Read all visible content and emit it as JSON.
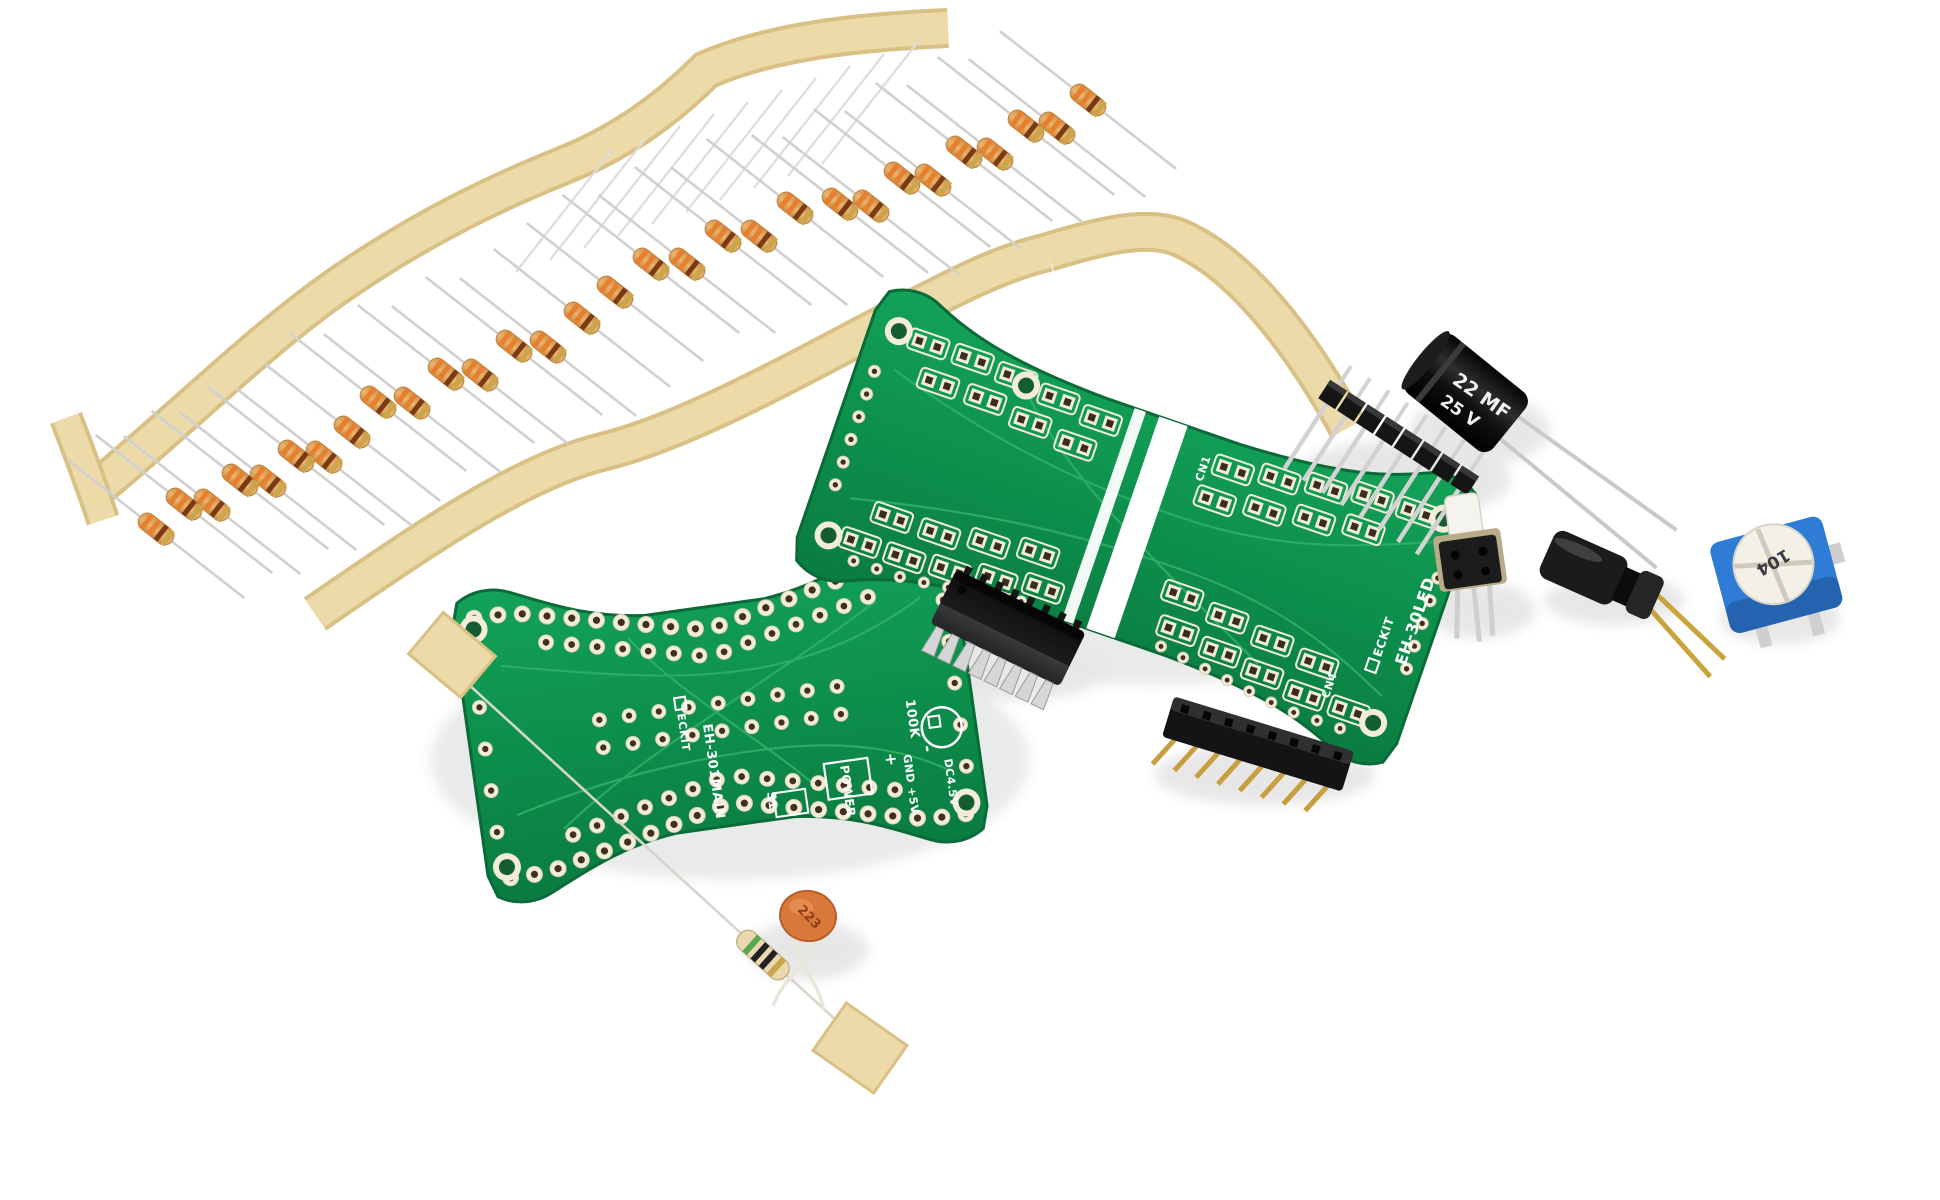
{
  "scene": {
    "type": "product-photo",
    "subject": "Electronic hourglass LED soldering kit components on white background",
    "background_color": "#ffffff"
  },
  "brand": {
    "name": "ECKIT"
  },
  "boards": {
    "main": {
      "model": "EH-301MAIN",
      "color": "#0d8f4c",
      "silkscreen": {
        "brand": "ECKIT",
        "vr_value": "100K",
        "switch_ref": "S1",
        "power_label": "POWER",
        "gnd_label": "GND +5V",
        "dc_label": "DC4.5V",
        "plus": "+",
        "minus": "-"
      }
    },
    "led": {
      "model": "EH-30LED",
      "color": "#0d8f4c",
      "silkscreen": {
        "brand": "ECKIT",
        "cn1": "CN1",
        "cn4": "CN4"
      }
    }
  },
  "parts": {
    "taped_resistors": {
      "label": "carbon film resistors on paper tape bandolier",
      "count": 30,
      "body_color": "#e2a55e",
      "band_colors": [
        "#e67f2e",
        "#e67f2e",
        "#7a3b14",
        "#caa54b"
      ],
      "tape_color": "#e9d6a3",
      "lead_color": "#d0d0d0"
    },
    "dip_ic": {
      "label": "16-pin DIP IC",
      "pin_count": 16,
      "body_color": "#161616"
    },
    "male_pin_header": {
      "label": "8-pin male pin header",
      "pin_count": 8,
      "body_color": "#161616",
      "pin_color": "#d2d2d2"
    },
    "female_header": {
      "label": "8-pin female header socket",
      "pin_count": 8,
      "body_color": "#161616",
      "pin_color": "#c89f3e"
    },
    "electrolytic_capacitor": {
      "label": "electrolytic capacitor",
      "marking_value": "22 MF",
      "marking_voltage": "25 V",
      "body_color": "#141414"
    },
    "push_button": {
      "label": "latching push button switch",
      "cap_color": "#f5f3ed",
      "body_color": "#1c1c1c",
      "base_color": "#b9ab8a"
    },
    "tilt_switch": {
      "label": "tilt switch",
      "body_color": "#1b1b1b",
      "lead_color": "#c9a43c"
    },
    "trimmer_potentiometer": {
      "label": "trimmer potentiometer",
      "marking": "104",
      "body_color": "#2e7cd6",
      "rotor_color": "#f3f0e7"
    },
    "ceramic_capacitor": {
      "label": "ceramic disc capacitor",
      "marking": "223",
      "body_color": "#d8793a"
    },
    "loose_resistor": {
      "label": "resistor taped at both ends",
      "body_color": "#ead9b0",
      "band_colors": [
        "#58a84e",
        "#222222",
        "#222222",
        "#caa54b"
      ]
    },
    "tape_pieces": {
      "label": "masking tape pieces",
      "count": 2,
      "color": "#e9d6a3"
    }
  }
}
